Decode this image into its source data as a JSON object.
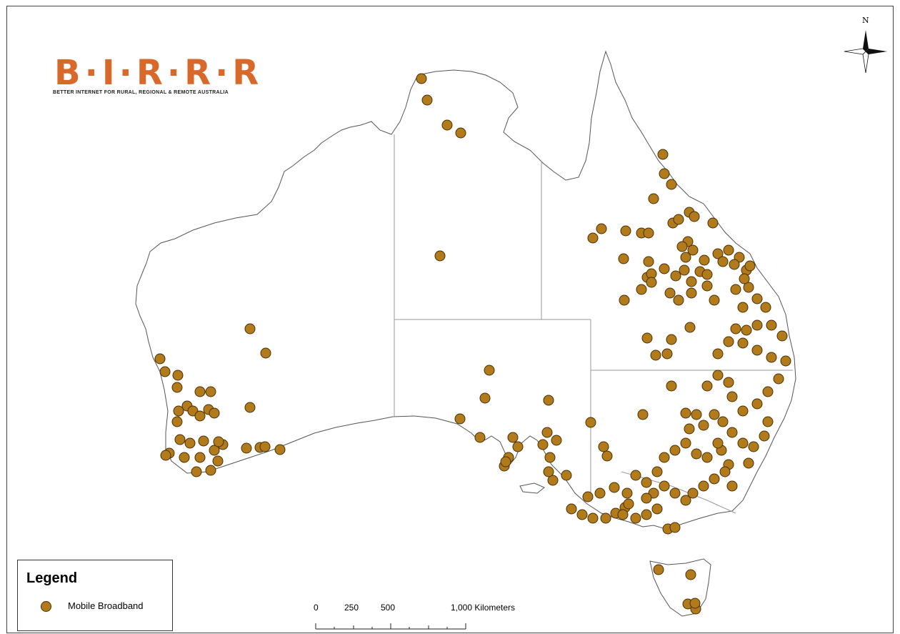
{
  "logo": {
    "title": "B·I·R·R·R",
    "subtitle": "BETTER INTERNET FOR RURAL, REGIONAL & REMOTE AUSTRALIA"
  },
  "north_arrow": {
    "label": "N"
  },
  "legend": {
    "title": "Legend",
    "items": [
      {
        "label": "Mobile Broadband",
        "color": "#b17a1a"
      }
    ]
  },
  "scale_bar": {
    "labels": [
      "0",
      "250",
      "500",
      "1,000 Kilometers"
    ]
  },
  "colors": {
    "marker_fill": "#b17a1a",
    "marker_stroke": "#4a2f06",
    "coast": "#555555",
    "border": "#999999"
  }
}
